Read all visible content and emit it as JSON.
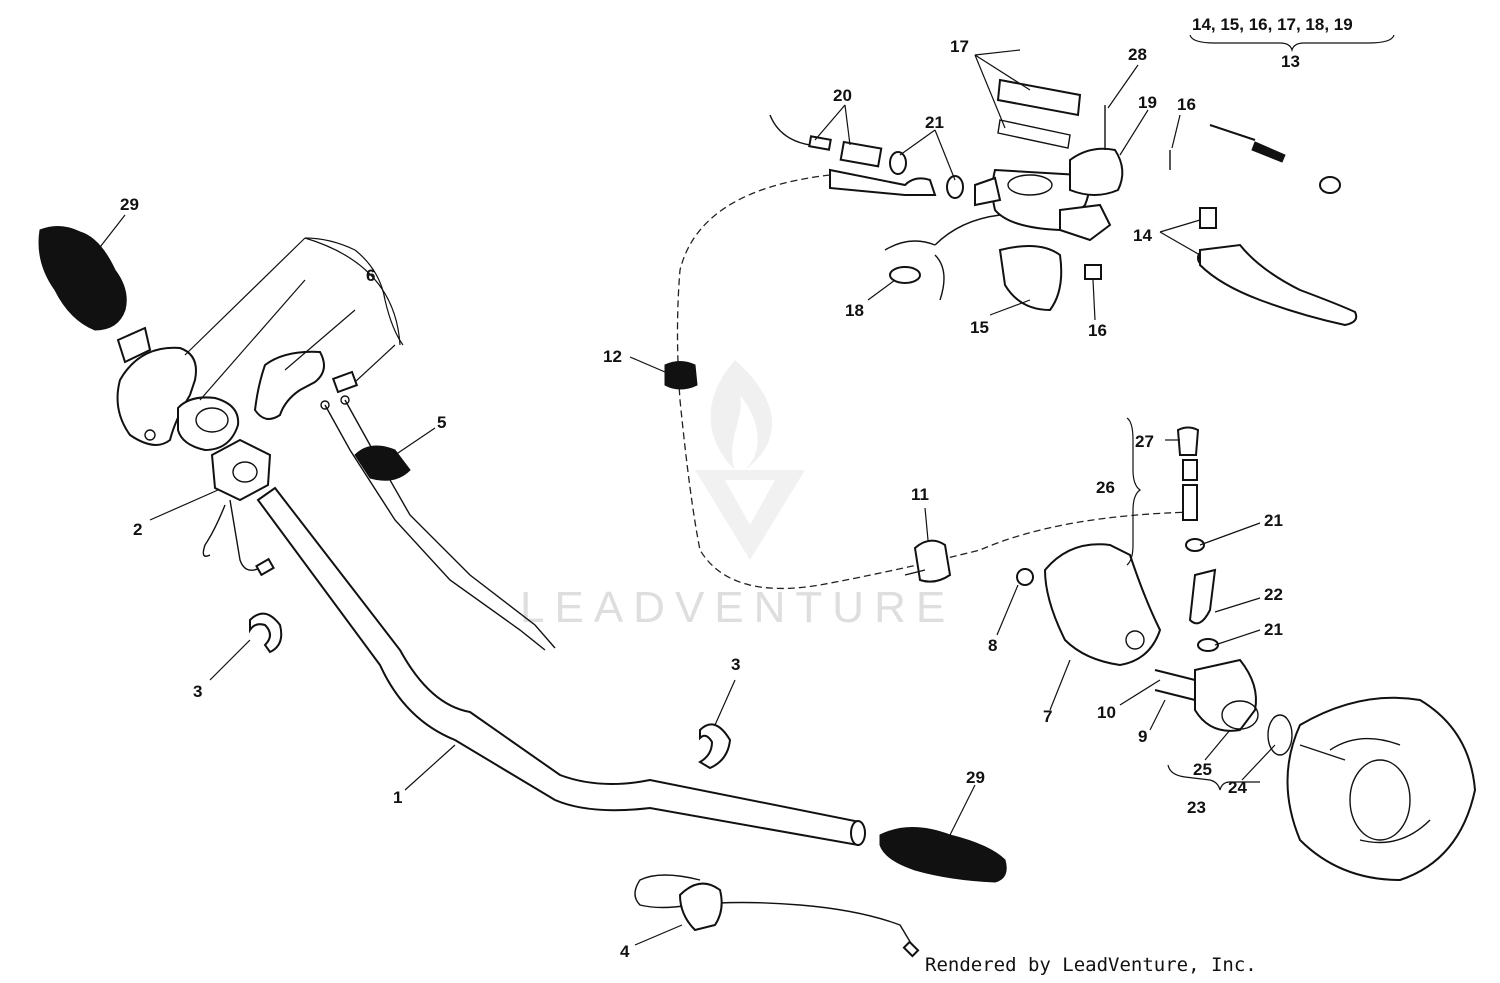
{
  "watermark": "LEADVENTURE",
  "credit": "Rendered by LeadVenture, Inc.",
  "group_13": {
    "members": "14, 15, 16, 17, 18, 19",
    "label": "13"
  },
  "callouts": [
    {
      "id": "c29a",
      "text": "29"
    },
    {
      "id": "c6",
      "text": "6"
    },
    {
      "id": "c5",
      "text": "5"
    },
    {
      "id": "c2",
      "text": "2"
    },
    {
      "id": "c3a",
      "text": "3"
    },
    {
      "id": "c1",
      "text": "1"
    },
    {
      "id": "c3b",
      "text": "3"
    },
    {
      "id": "c29b",
      "text": "29"
    },
    {
      "id": "c4",
      "text": "4"
    },
    {
      "id": "c12",
      "text": "12"
    },
    {
      "id": "c20",
      "text": "20"
    },
    {
      "id": "c21a",
      "text": "21"
    },
    {
      "id": "c17",
      "text": "17"
    },
    {
      "id": "c28",
      "text": "28"
    },
    {
      "id": "c19",
      "text": "19"
    },
    {
      "id": "c16a",
      "text": "16"
    },
    {
      "id": "c14",
      "text": "14"
    },
    {
      "id": "c18",
      "text": "18"
    },
    {
      "id": "c15",
      "text": "15"
    },
    {
      "id": "c16b",
      "text": "16"
    },
    {
      "id": "c11",
      "text": "11"
    },
    {
      "id": "c27",
      "text": "27"
    },
    {
      "id": "c26",
      "text": "26"
    },
    {
      "id": "c21b",
      "text": "21"
    },
    {
      "id": "c22",
      "text": "22"
    },
    {
      "id": "c21c",
      "text": "21"
    },
    {
      "id": "c8",
      "text": "8"
    },
    {
      "id": "c7",
      "text": "7"
    },
    {
      "id": "c10",
      "text": "10"
    },
    {
      "id": "c9",
      "text": "9"
    },
    {
      "id": "c25",
      "text": "25"
    },
    {
      "id": "c24",
      "text": "24"
    },
    {
      "id": "c23",
      "text": "23"
    }
  ]
}
